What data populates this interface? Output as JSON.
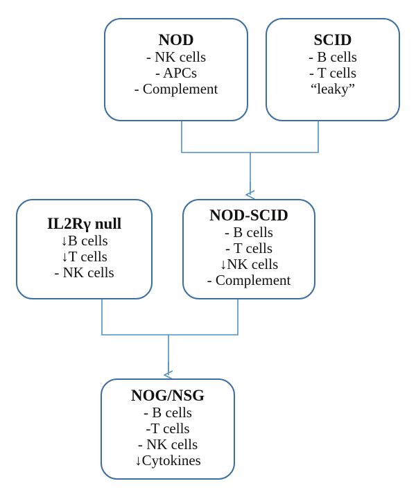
{
  "nodes": {
    "nod": {
      "title": "NOD",
      "lines": [
        "- NK cells",
        "- APCs",
        "- Complement"
      ]
    },
    "scid": {
      "title": "SCID",
      "lines": [
        "- B cells",
        "- T cells",
        "“leaky”"
      ]
    },
    "il2r": {
      "title": "IL2Rγ null",
      "lines": [
        "↓B cells",
        "↓T cells",
        "- NK cells"
      ]
    },
    "nodscid": {
      "title": "NOD-SCID",
      "lines": [
        "- B cells",
        "- T cells",
        "↓NK cells",
        "- Complement"
      ]
    },
    "nognsg": {
      "title": "NOG/NSG",
      "lines": [
        "- B cells",
        "-T cells",
        "- NK cells",
        "↓Cytokines"
      ]
    }
  },
  "colors": {
    "border": "#3d6ea3",
    "connector": "#4f8fc4",
    "text": "#111111"
  }
}
